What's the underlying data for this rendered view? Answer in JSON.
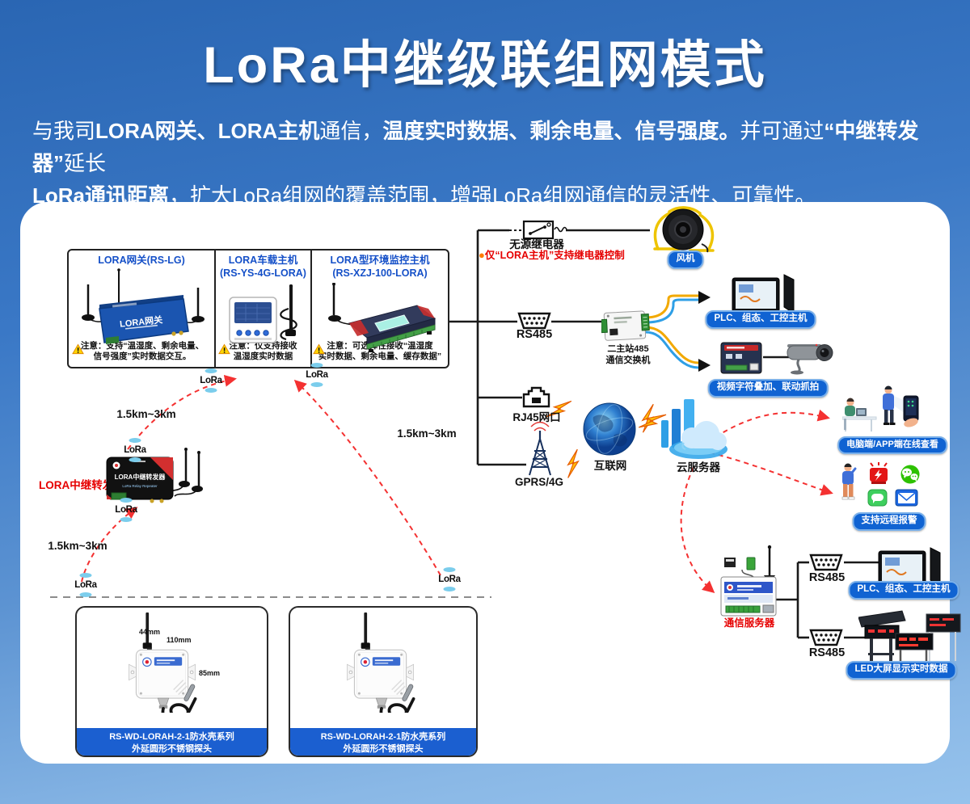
{
  "colors": {
    "page_top": "#2a66b3",
    "page_bottom": "#95c2ec",
    "panel": "#ffffff",
    "pill_blue": "#1063d2",
    "accent_red": "#e60000",
    "box_title_blue": "#1550c8",
    "product_bar_blue": "#1b5fd0"
  },
  "header": {
    "title": "LoRa中继级联组网模式",
    "l1": [
      "与我司",
      "LORA网关、LORA主机",
      "通信，",
      "温度实时数据、剩余电量、信号强度。",
      "并可通过",
      "“中继转发器”",
      "延长"
    ],
    "l2": [
      "LoRa通讯距离",
      "，扩大LoRa组网的覆盖范围，增强LoRa组网通信的灵活性、可靠性。"
    ]
  },
  "boxes": [
    {
      "title": "LORA网关(RS-LG)",
      "device_label": "LORA网关",
      "note": "注意：支持“温湿度、剩余电量、\n信号强度”实时数据交互。"
    },
    {
      "title": "LORA车载主机\n(RS-YS-4G-LORA)",
      "note": "注意：仅支持接收\n温湿度实时数据"
    },
    {
      "title": "LORA型环境监控主机\n(RS-XZJ-100-LORA)",
      "note": "注意：可选择性接收“温湿度\n实时数据、剩余电量、缓存数据”"
    }
  ],
  "bus": {
    "relay_label": "无源继电器",
    "relay_note_dot": "●",
    "relay_note": "仅“LORA主机”支持继电器控制",
    "fan_label": "风机",
    "rs485": "RS485",
    "switch_label": "二主站485\n通信交换机",
    "plc_label": "PLC、组态、工控主机",
    "video_label": "视频字符叠加、联动抓拍",
    "rj45": "RJ45网口",
    "gprs": "GPRS/4G",
    "internet": "互联网",
    "cloud": "云服务器"
  },
  "cloud_side": {
    "pc_label": "电脑端/APP端在线查看",
    "alarm_label": "支持远程报警"
  },
  "comm": {
    "server_label": "通信服务器",
    "rs485_top": "RS485",
    "rs485_bottom": "RS485",
    "plc_label": "PLC、组态、工控主机",
    "led_label": "LED大屏显示实时数据"
  },
  "repeater": {
    "side_label": "LORA中继转发器",
    "device_title": "LORA中继转发器",
    "device_subtitle": "LoRa Relay Repeater"
  },
  "distances": [
    "1.5km~3km",
    "1.5km~3km",
    "1.5km~3km"
  ],
  "lora_logo": "LoRa",
  "products": [
    {
      "name": "RS-WD-LORAH-2-1防水壳系列\n外延圆形不锈钢探头",
      "dim_a": "44mm",
      "dim_w": "110mm",
      "dim_h": "85mm"
    },
    {
      "name": "RS-WD-LORAH-2-1防水壳系列\n外延圆形不锈钢探头"
    }
  ]
}
